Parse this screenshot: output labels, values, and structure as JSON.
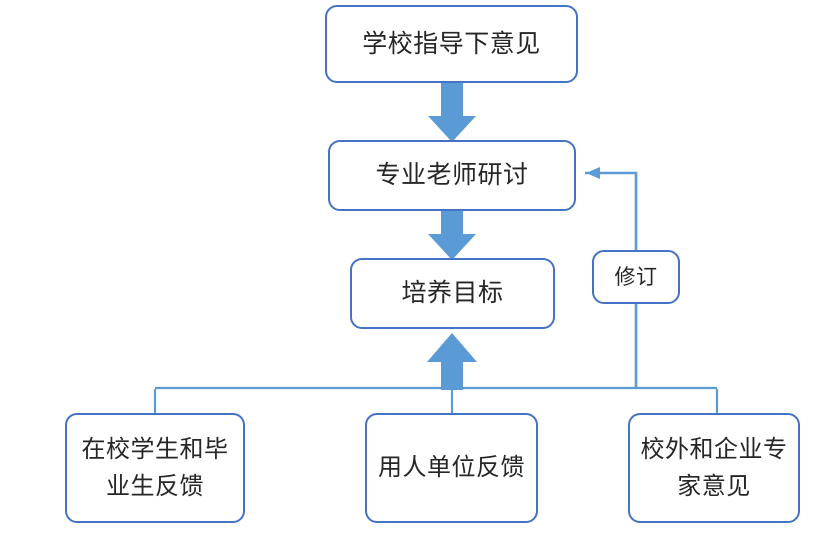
{
  "diagram": {
    "type": "flowchart",
    "title": "",
    "colors": {
      "node_border": "#4472C4",
      "node_fill": "#FFFFFF",
      "thick_arrow": "#5B9BD5",
      "thin_connector": "#5B9BD5",
      "text": "#262626",
      "background": "#FFFFFF"
    },
    "nodes": [
      {
        "id": "school",
        "label": "学校指导下意见"
      },
      {
        "id": "teacher",
        "label": "专业老师研讨"
      },
      {
        "id": "goal",
        "label": "培养目标"
      },
      {
        "id": "revise",
        "label": "修订"
      },
      {
        "id": "students",
        "label": "在校学生和毕业生反馈"
      },
      {
        "id": "employers",
        "label": "用人单位反馈"
      },
      {
        "id": "experts",
        "label": "校外和企业专家意见"
      }
    ],
    "edges": [
      {
        "from": "school",
        "to": "teacher",
        "style": "thick-arrow",
        "direction": "down"
      },
      {
        "from": "teacher",
        "to": "goal",
        "style": "thick-arrow",
        "direction": "down"
      },
      {
        "from": "feedback-bus",
        "to": "goal",
        "style": "thick-arrow",
        "direction": "up"
      },
      {
        "from": "students",
        "to": "feedback-bus",
        "style": "thin-line",
        "direction": "up"
      },
      {
        "from": "employers",
        "to": "feedback-bus",
        "style": "thin-line",
        "direction": "up"
      },
      {
        "from": "experts",
        "to": "feedback-bus",
        "style": "thin-line",
        "direction": "up"
      },
      {
        "from": "feedback-bus",
        "to": "teacher",
        "style": "thin-arrow",
        "direction": "up-left",
        "via": "revise"
      }
    ]
  }
}
